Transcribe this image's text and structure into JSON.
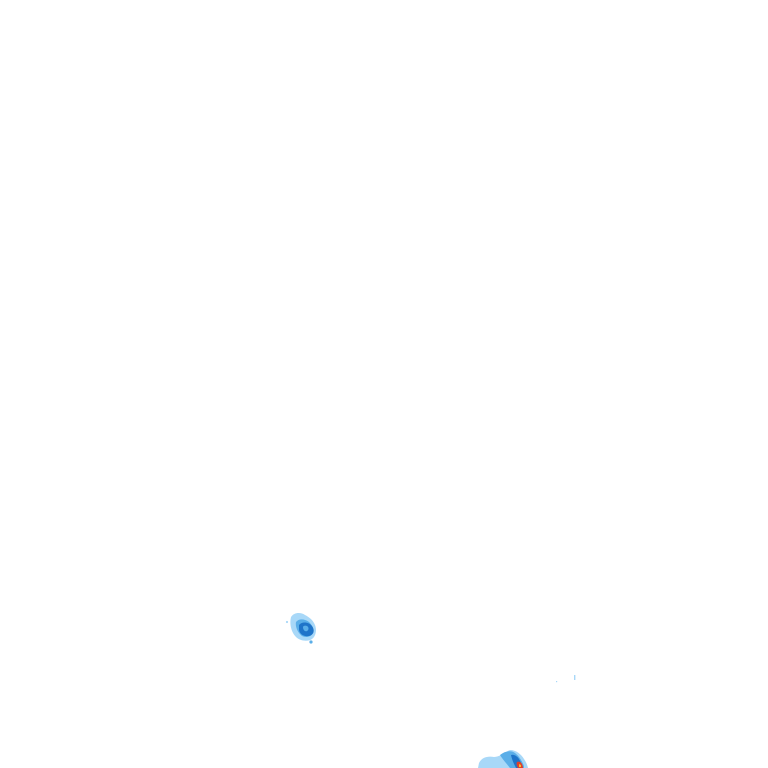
{
  "map": {
    "type": "precipitation-radar-overlay",
    "background": "#ffffff",
    "palette": {
      "light": "#a8d8f8",
      "medium": "#5aaee8",
      "strong": "#1f74c9",
      "heavy": "#e0402a",
      "extreme": "#f2c030"
    },
    "echoes": [
      {
        "name": "radar-echo-west",
        "intensity": "strong"
      },
      {
        "name": "radar-echo-south",
        "intensity": "heavy"
      },
      {
        "name": "radar-echo-east-speck",
        "intensity": "light"
      }
    ]
  }
}
